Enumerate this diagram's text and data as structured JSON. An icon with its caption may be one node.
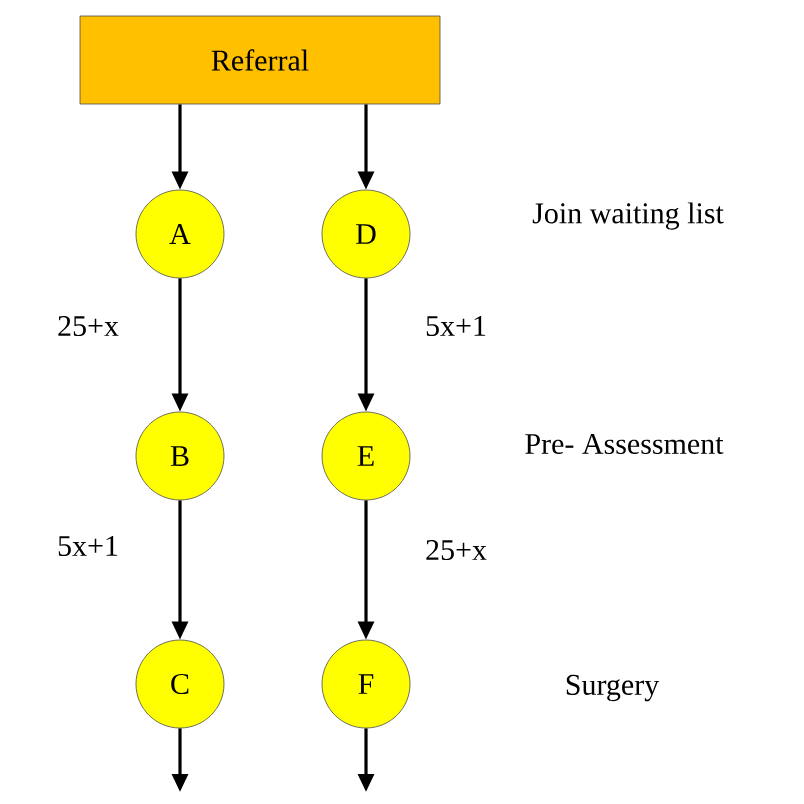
{
  "diagram": {
    "nodes": [
      {
        "text": [
          "Referral"
        ]
      },
      {
        "text": [
          "A"
        ]
      },
      {
        "text": [
          "B"
        ]
      },
      {
        "text": [
          "C"
        ]
      },
      {
        "text": [
          "D"
        ]
      },
      {
        "text": [
          "E"
        ]
      },
      {
        "text": [
          "F"
        ]
      }
    ],
    "edges": [
      {
        "from": 0,
        "to": 1,
        "arrow": "to"
      },
      {
        "from": 0,
        "to": 4,
        "arrow": "to"
      },
      {
        "from": 1,
        "to": 2,
        "arrow": "to",
        "label": "25+x"
      },
      {
        "from": 2,
        "to": 3,
        "arrow": "to",
        "label": "5x+1"
      },
      {
        "from": 3,
        "to": null,
        "arrow": "to"
      },
      {
        "from": 4,
        "to": 5,
        "arrow": "to",
        "label": "5x+1"
      },
      {
        "from": 5,
        "to": 6,
        "arrow": "to",
        "label": "25+x"
      },
      {
        "from": 6,
        "to": null,
        "arrow": "to"
      }
    ],
    "labels": [
      "Join waiting list",
      "Pre- Assessment",
      "Surgery"
    ]
  }
}
